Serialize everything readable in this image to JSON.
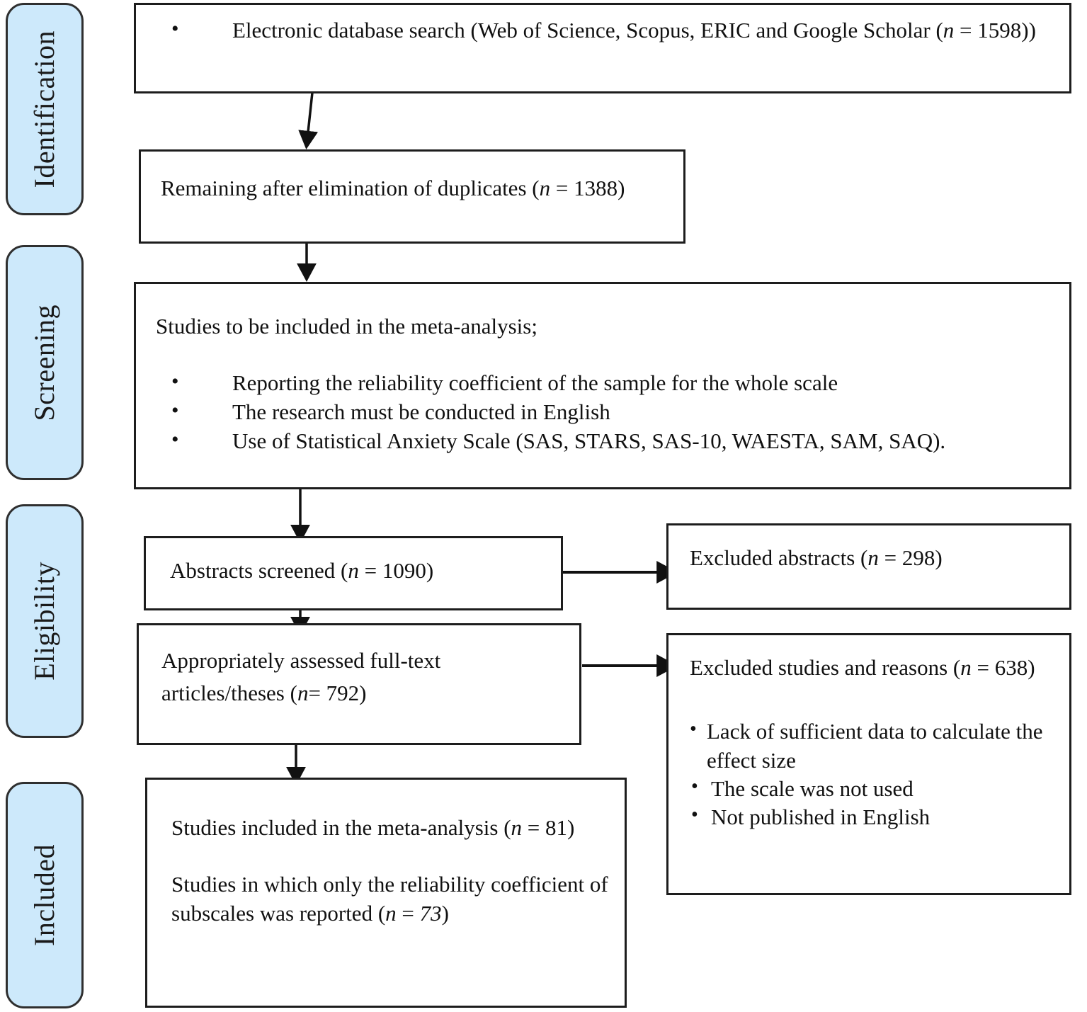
{
  "diagram": {
    "title": "PRISMA study selection flow diagram",
    "accent_blue": "#cde9fb",
    "border_color": "#1d1d1d"
  },
  "stages": [
    {
      "id": "identification",
      "label": "Identification"
    },
    {
      "id": "screening",
      "label": "Screening"
    },
    {
      "id": "eligibility",
      "label": "Eligibility"
    },
    {
      "id": "included",
      "label": "Included"
    }
  ],
  "boxes": {
    "identification_search": {
      "bullets": [
        "Electronic database search (Web of Science, Scopus, ERIC and Google Scholar (n = 1598))"
      ],
      "bullet_text": "Electronic database search (Web of Science, Scopus, ERIC and Google Scholar (",
      "bullet_n": "n",
      "bullet_tail": " = 1598))"
    },
    "duplicates": {
      "text_lead": "Remaining after elimination of duplicates (",
      "text_n": "n",
      "text_tail": "  = 1388)"
    },
    "screening_criteria": {
      "heading": "Studies to be included in the meta-analysis;",
      "criteria": [
        "Reporting the reliability coefficient of the sample for the whole scale",
        "The research must be conducted in English",
        "Use of Statistical Anxiety Scale (SAS, STARS, SAS-10, WAESTA, SAM, SAQ)."
      ]
    },
    "abstracts_screened": {
      "text_lead": "Abstracts screened (",
      "text_n": "n",
      "text_tail": " = 1090)"
    },
    "excluded_abstracts": {
      "text_lead": "Excluded abstracts (",
      "text_n": "n",
      "text_tail": " = 298)"
    },
    "fulltext_assessed": {
      "line1": "Appropriately assessed full-text",
      "line2_lead": "articles/theses (",
      "line2_n": "n",
      "line2_tail": "= 792)"
    },
    "excluded_studies": {
      "heading_lead": "Excluded studies and reasons (",
      "heading_n": "n",
      "heading_tail": " = 638)",
      "reasons": [
        "Lack of sufficient data to calculate the effect size",
        "The scale was not used",
        "Not published in English"
      ]
    },
    "included_studies": {
      "line1_lead": "Studies included in the meta-analysis (",
      "line1_n": "n",
      "line1_tail": " = 81)",
      "line2_lead": "Studies in which only the reliability coefficient of subscales was reported (",
      "line2_n": "n",
      "line2_tail": " = ",
      "line2_value": "73",
      "line2_close": ")"
    }
  },
  "connectors": [
    {
      "id": "search-to-duplicates",
      "type": "arrow-down"
    },
    {
      "id": "duplicates-to-screening",
      "type": "arrow-down"
    },
    {
      "id": "screening-to-abstracts",
      "type": "arrow-down"
    },
    {
      "id": "abstracts-to-excluded-abstracts",
      "type": "arrow-right"
    },
    {
      "id": "abstracts-to-fulltext",
      "type": "arrow-down"
    },
    {
      "id": "fulltext-to-excluded-studies",
      "type": "arrow-right"
    },
    {
      "id": "fulltext-to-included",
      "type": "arrow-down"
    }
  ]
}
